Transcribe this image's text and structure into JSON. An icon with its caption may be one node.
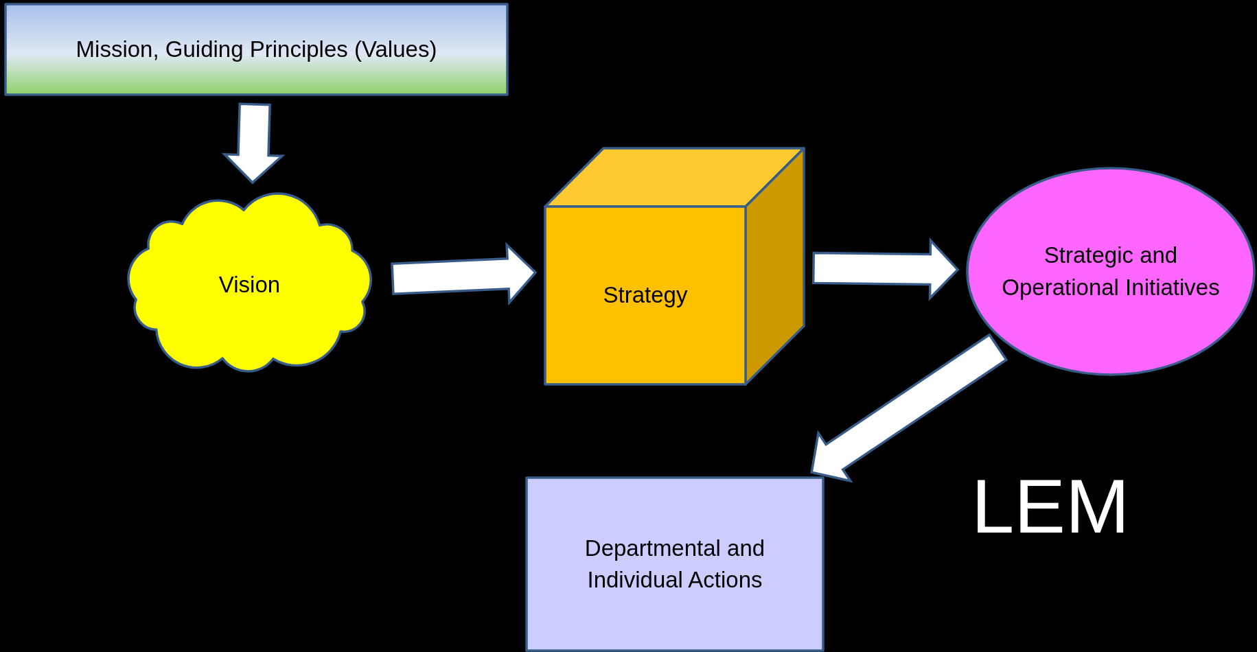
{
  "diagram": {
    "nodes": [
      {
        "text": [
          "Mission, Guiding Principles (Values)"
        ]
      },
      {
        "text": [
          "Vision"
        ]
      },
      {
        "text": [
          "Strategy"
        ]
      },
      {
        "text": [
          "Strategic and Operational Initiatives"
        ]
      },
      {
        "text": [
          "Departmental and Individual Actions"
        ]
      }
    ],
    "edges": [
      {
        "from": 0,
        "to": 1,
        "arrow": "to"
      },
      {
        "from": 1,
        "to": 2,
        "arrow": "to"
      },
      {
        "from": 2,
        "to": 3,
        "arrow": "to"
      },
      {
        "from": 3,
        "to": 4,
        "arrow": "to"
      }
    ],
    "labels": [
      "LEM"
    ]
  }
}
